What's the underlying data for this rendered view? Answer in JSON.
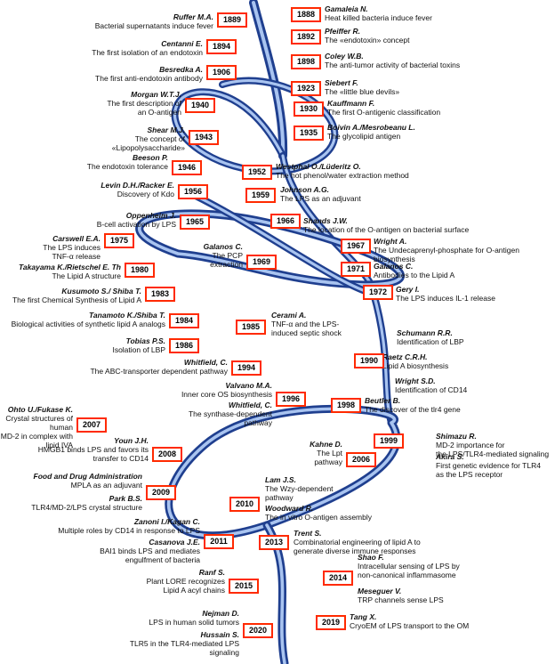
{
  "colors": {
    "ribbon_dark": "#1f3f8f",
    "ribbon_light": "#a9c4f0",
    "year_border": "#ff2a00"
  },
  "events": [
    {
      "year": "1888",
      "who": "Gamaleia N.",
      "what": "Heat killed bacteria induce fever"
    },
    {
      "year": "1889",
      "who": "Ruffer M.A.",
      "what": "Bacterial supernatants induce fever"
    },
    {
      "year": "1892",
      "who": "Pfeiffer R.",
      "what": "The «endotoxin» concept"
    },
    {
      "year": "1894",
      "who": "Centanni E.",
      "what": "The first isolation of an endotoxin"
    },
    {
      "year": "1898",
      "who": "Coley W.B.",
      "what": "The anti-tumor activity of bacterial toxins"
    },
    {
      "year": "1906",
      "who": "Besredka A.",
      "what": "The first anti-endotoxin antibody"
    },
    {
      "year": "1923",
      "who": "Siebert F.",
      "what": "The «little blue devils»"
    },
    {
      "year": "1940",
      "who": "Morgan W.T.J.",
      "what": "The first description of\nan O-antigen"
    },
    {
      "year": "1930",
      "who": "Kauffmann F.",
      "what": "The first O-antigenic classification"
    },
    {
      "year": "1943",
      "who": "Shear M.J.",
      "what": "The concept of\n«Lipopolysaccharide»"
    },
    {
      "year": "1935",
      "who": "Boivin A./Mesrobeanu L.",
      "what": "The glycolipid antigen"
    },
    {
      "year": "1946",
      "who": "Beeson P.",
      "what": "The endotoxin tolerance"
    },
    {
      "year": "1952",
      "who": "Westphal O./Lüderitz O.",
      "what": "The hot phenol/water extraction method"
    },
    {
      "year": "1956",
      "who": "Levin D.H./Racker E.",
      "what": "Discovery of Kdo"
    },
    {
      "year": "1959",
      "who": "Johnson A.G.",
      "what": "The LPS as an adjuvant"
    },
    {
      "year": "1965",
      "who": "Oppenheim J.",
      "what": "B-cell activation by LPS"
    },
    {
      "year": "1966",
      "who": "Shands J.W.",
      "what": "The location of the O-antigen on bacterial surface"
    },
    {
      "year": "1975",
      "who": "Carswell E.A.",
      "what": "The LPS induces\nTNF-α release"
    },
    {
      "year": "1967",
      "who": "Wright A.",
      "what": "The Undecaprenyl-phosphate for O-antigen biosynthesis"
    },
    {
      "year": "1969",
      "who": "Galanos C.",
      "what": "The PCP\nextraction"
    },
    {
      "year": "1980",
      "who": "Takayama K./Rietschel E. Th",
      "what": "The Lipid A structure"
    },
    {
      "year": "1971",
      "who": "Galanos C.",
      "what": "Antibodies to the Lipid A"
    },
    {
      "year": "1983",
      "who": "Kusumoto S./ Shiba T.",
      "what": "The first Chemical Synthesis of Lipid A"
    },
    {
      "year": "1972",
      "who": "Gery I.",
      "what": "The LPS induces IL-1 release"
    },
    {
      "year": "1984",
      "who": "Tanamoto K./Shiba T.",
      "what": "Biological activities of synthetic lipid A analogs"
    },
    {
      "year": "1985",
      "who": "Cerami A.",
      "what": "TNF-α and the LPS-\ninduced septic shock"
    },
    {
      "year": "1986",
      "who": "Tobias P.S.",
      "what": "Isolation of LBP"
    },
    {
      "year": "1994",
      "who": "Whitfield, C.",
      "what": "The ABC-transporter dependent pathway"
    },
    {
      "year": "1996",
      "who": "Valvano M.A.",
      "what": "Inner core OS biosynthesis"
    },
    {
      "year": "1998",
      "who": "Beutler B.",
      "what": "The discover of the tlr4 gene"
    },
    {
      "year": "2007",
      "who": "Ohto U./Fukase K.",
      "what": "Crystal structures of human\nMD-2 in complex with lipid IVA"
    },
    {
      "year": "1996",
      "who": "Whitfield, C.",
      "what": "The synthase-dependent\npathway"
    },
    {
      "year": "2008",
      "who": "Youn J.H.",
      "what": "HMGB1 binds LPS and favors its\ntransfer to CD14"
    },
    {
      "year": "2006",
      "who": "Kahne D.",
      "what": "The Lpt\npathway"
    },
    {
      "year": "2009",
      "who": "Food and Drug Administration",
      "what": "MPLA as an adjuvant"
    },
    {
      "year": "2009",
      "who": "Park B.S.",
      "what": "TLR4/MD-2/LPS crystal structure"
    },
    {
      "year": "2010",
      "who": "Lam J.S.",
      "what": "The Wzy-dependent\npathway"
    },
    {
      "year": "2010",
      "who": "Woodward R.",
      "what": "The in vitro O-antigen assembly"
    },
    {
      "year": "2011",
      "who": "Zanoni I./Kagan C.",
      "what": "Multiple roles by CD14 in response to LPS"
    },
    {
      "year": "2011",
      "who": "Casanova J.E.",
      "what": "BAI1 binds LPS and mediates\nengulfment of bacteria"
    },
    {
      "year": "2013",
      "who": "Trent S.",
      "what": "Combinatorial engineering of lipid A to\ngenerate diverse immune responses"
    },
    {
      "year": "2014",
      "who": "Shao F.",
      "what": "Intracellular sensing of LPS by\nnon-canonical inflammasome"
    },
    {
      "year": "2015",
      "who": "Ranf S.",
      "what": "Plant LORE recognizes\nLipid A acyl chains"
    },
    {
      "year": "2014",
      "who": "Meseguer V.",
      "what": "TRP channels sense LPS"
    },
    {
      "year": "2019",
      "who": "Tang X.",
      "what": "CryoEM of LPS transport to the OM"
    },
    {
      "year": "2020",
      "who": "Nejman D.",
      "what": "LPS in human solid tumors"
    },
    {
      "year": "2020",
      "who": "Hussain S.",
      "what": "TLR5 in the TLR4-mediated LPS\nsignaling"
    },
    {
      "year": "1999",
      "who": "Shimazu R.",
      "what": "MD-2 importance for\nthe LPS/TLR4-mediated signaling"
    },
    {
      "year": "1999",
      "who": "Akira S.",
      "what": "First genetic evidence for TLR4\nas the LPS receptor"
    },
    {
      "year": "1990",
      "who": "Schumann R.R.",
      "what": "Identification of LBP"
    },
    {
      "year": "1990",
      "who": "Raetz C.R.H.",
      "what": "Lipid A biosynthesis"
    },
    {
      "year": "1990",
      "who": "Wright S.D.",
      "what": "Identification of CD14"
    }
  ],
  "years": [
    "1888",
    "1889",
    "1892",
    "1894",
    "1898",
    "1906",
    "1923",
    "1930",
    "1935",
    "1940",
    "1943",
    "1946",
    "1952",
    "1956",
    "1959",
    "1965",
    "1966",
    "1967",
    "1969",
    "1971",
    "1972",
    "1975",
    "1980",
    "1983",
    "1984",
    "1985",
    "1986",
    "1990",
    "1994",
    "1996",
    "1998",
    "1999",
    "2006",
    "2007",
    "2008",
    "2009",
    "2010",
    "2011",
    "2013",
    "2014",
    "2015",
    "2019",
    "2020"
  ]
}
